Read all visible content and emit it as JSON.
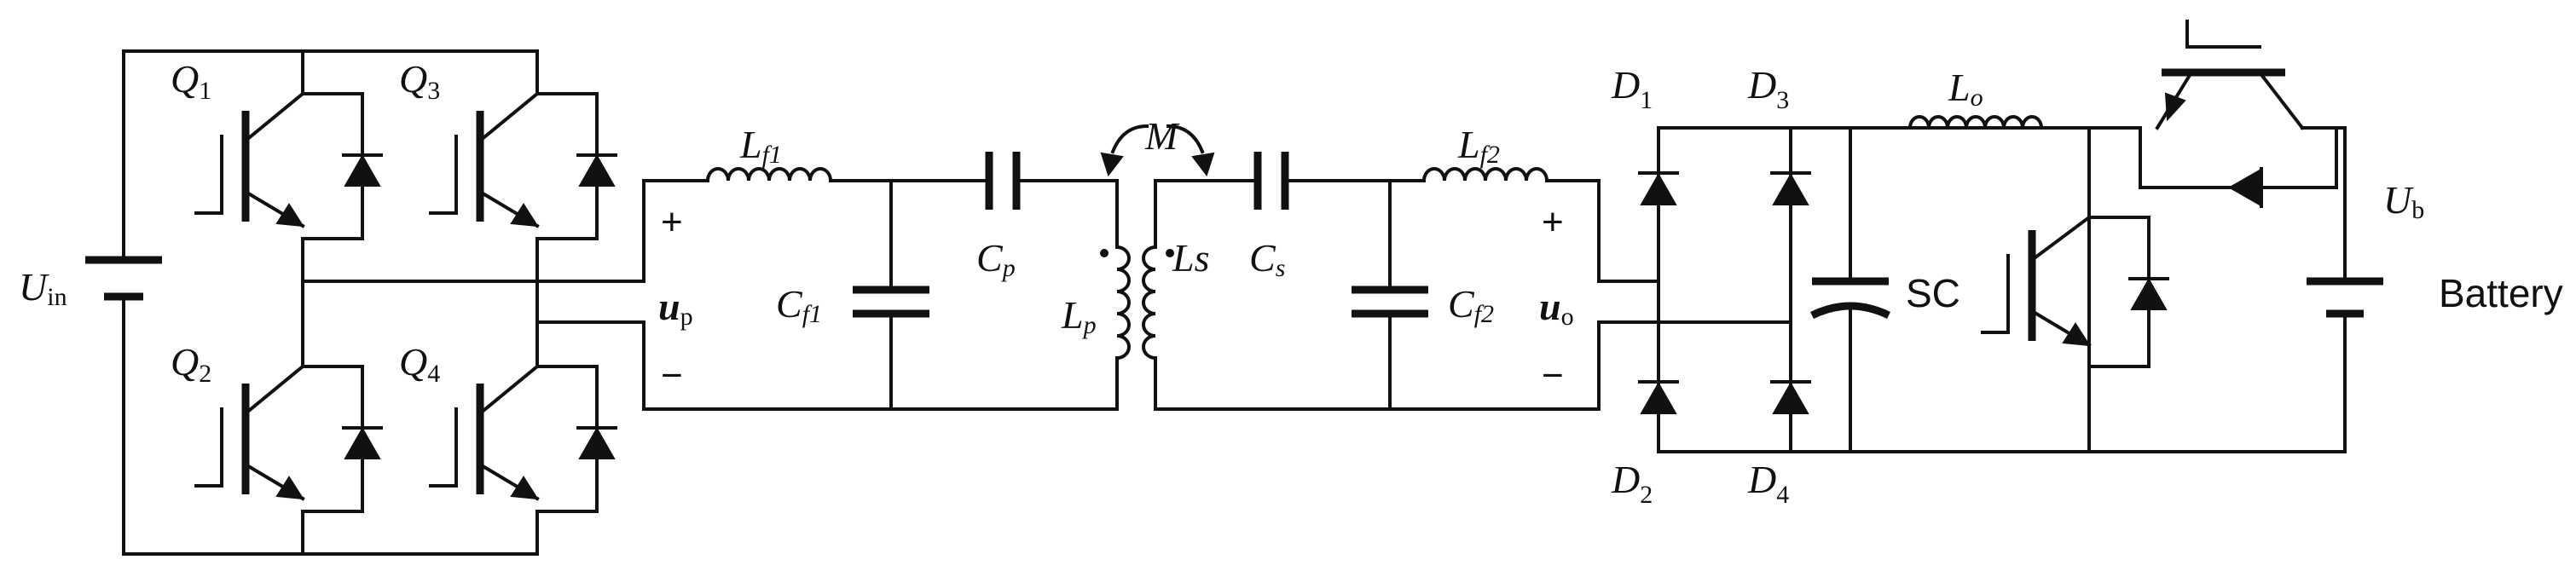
{
  "switches": {
    "q1": {
      "name": "Q",
      "sub": "1"
    },
    "q2": {
      "name": "Q",
      "sub": "2"
    },
    "q3": {
      "name": "Q",
      "sub": "3"
    },
    "q4": {
      "name": "Q",
      "sub": "4"
    }
  },
  "diodes": {
    "d1": {
      "name": "D",
      "sub": "1"
    },
    "d2": {
      "name": "D",
      "sub": "2"
    },
    "d3": {
      "name": "D",
      "sub": "3"
    },
    "d4": {
      "name": "D",
      "sub": "4"
    }
  },
  "source": {
    "name": "U",
    "sub": "in"
  },
  "filter_primary": {
    "inductor": "L",
    "inductor_sub": "f1",
    "capacitor": "C",
    "capacitor_sub": "f1"
  },
  "filter_secondary": {
    "inductor": "L",
    "inductor_sub": "f2",
    "capacitor": "C",
    "capacitor_sub": "f2"
  },
  "compensation": {
    "cp": "C",
    "cp_sub": "p",
    "cs": "C",
    "cs_sub": "s"
  },
  "coils": {
    "lp": "L",
    "lp_sub": "p",
    "ls": "Ls",
    "mutual": "M"
  },
  "voltages": {
    "up": "u",
    "up_sub": "p",
    "uo": "u",
    "uo_sub": "o",
    "plus": "+",
    "minus": "−"
  },
  "output": {
    "lo": "L",
    "lo_sub": "o",
    "sc": "SC",
    "ub": "U",
    "ub_sub": "b",
    "battery": "Battery"
  }
}
